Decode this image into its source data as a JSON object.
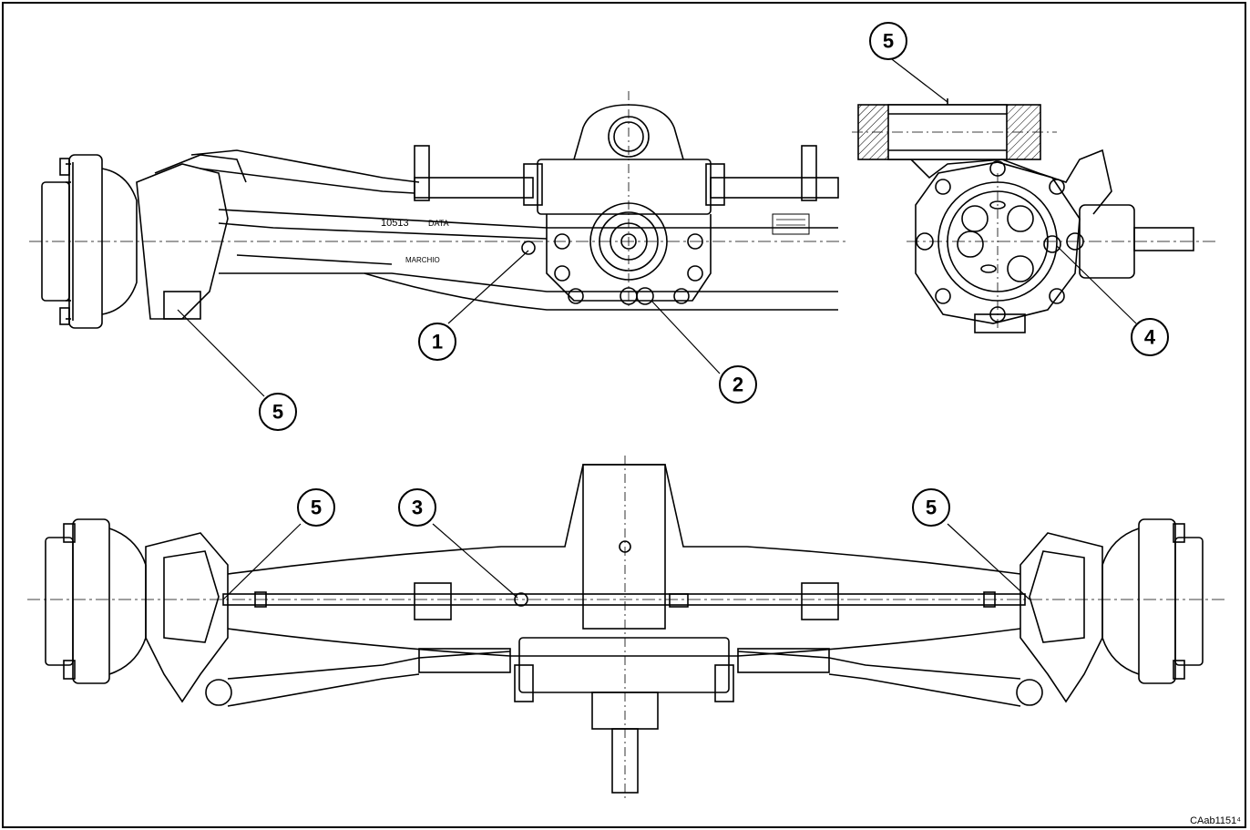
{
  "figure": {
    "code": "CAab1151⁴",
    "stamps": {
      "number": "10513",
      "data": "DATA",
      "marchio": "MARCHIO"
    }
  },
  "callouts": [
    {
      "id": "c5a",
      "label": "5"
    },
    {
      "id": "c5b",
      "label": "5"
    },
    {
      "id": "c1",
      "label": "1"
    },
    {
      "id": "c2",
      "label": "2"
    },
    {
      "id": "c4",
      "label": "4"
    },
    {
      "id": "c5c",
      "label": "5"
    },
    {
      "id": "c3",
      "label": "3"
    },
    {
      "id": "c5d",
      "label": "5"
    }
  ]
}
